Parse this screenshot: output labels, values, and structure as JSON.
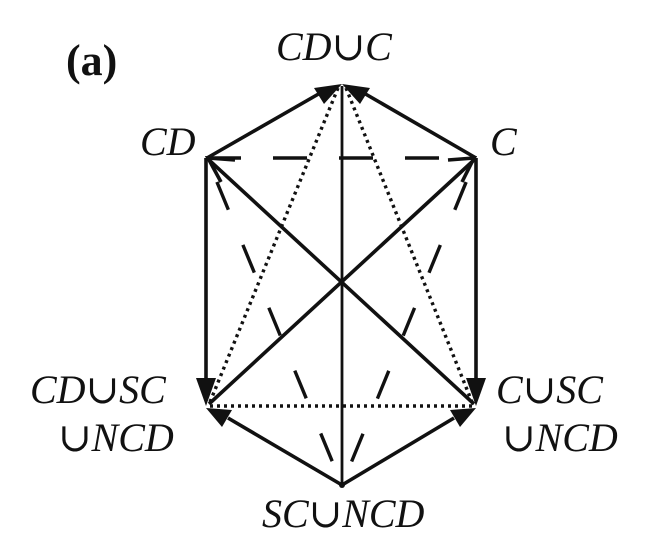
{
  "panel_label": "(a)",
  "nodes": {
    "top": "CD∪C",
    "cd": "CD",
    "c": "C",
    "cd_sc_line1": "CD∪SC",
    "cd_sc_line2": "∪NCD",
    "c_sc_line1": "C∪SC",
    "c_sc_line2": "∪NCD",
    "bottom": "SC∪NCD"
  },
  "edges": [
    {
      "from": "CD",
      "to": "CD∪C",
      "style": "solid",
      "arrow": "to"
    },
    {
      "from": "C",
      "to": "CD∪C",
      "style": "solid",
      "arrow": "to"
    },
    {
      "from": "CD",
      "to": "CD∪SC∪NCD",
      "style": "solid",
      "arrow": "to"
    },
    {
      "from": "C",
      "to": "C∪SC∪NCD",
      "style": "solid",
      "arrow": "to"
    },
    {
      "from": "SC∪NCD",
      "to": "CD∪SC∪NCD",
      "style": "solid",
      "arrow": "to"
    },
    {
      "from": "SC∪NCD",
      "to": "C∪SC∪NCD",
      "style": "solid",
      "arrow": "to"
    },
    {
      "from": "SC∪NCD",
      "to": "CD∪C",
      "style": "solid",
      "arrow": "none"
    },
    {
      "from": "C∪SC∪NCD",
      "to": "CD",
      "style": "solid",
      "arrow": "open"
    },
    {
      "from": "CD∪SC∪NCD",
      "to": "C",
      "style": "solid",
      "arrow": "open"
    },
    {
      "from": "CD",
      "to": "C",
      "style": "dashed",
      "arrow": "none"
    },
    {
      "from": "CD",
      "to": "SC∪NCD",
      "style": "dashed",
      "arrow": "none"
    },
    {
      "from": "C",
      "to": "SC∪NCD",
      "style": "dashed",
      "arrow": "none"
    },
    {
      "from": "CD∪C",
      "to": "CD∪SC∪NCD",
      "style": "dotted",
      "arrow": "none"
    },
    {
      "from": "CD∪C",
      "to": "C∪SC∪NCD",
      "style": "dotted",
      "arrow": "none"
    },
    {
      "from": "CD∪SC∪NCD",
      "to": "C∪SC∪NCD",
      "style": "dotted",
      "arrow": "none"
    }
  ]
}
